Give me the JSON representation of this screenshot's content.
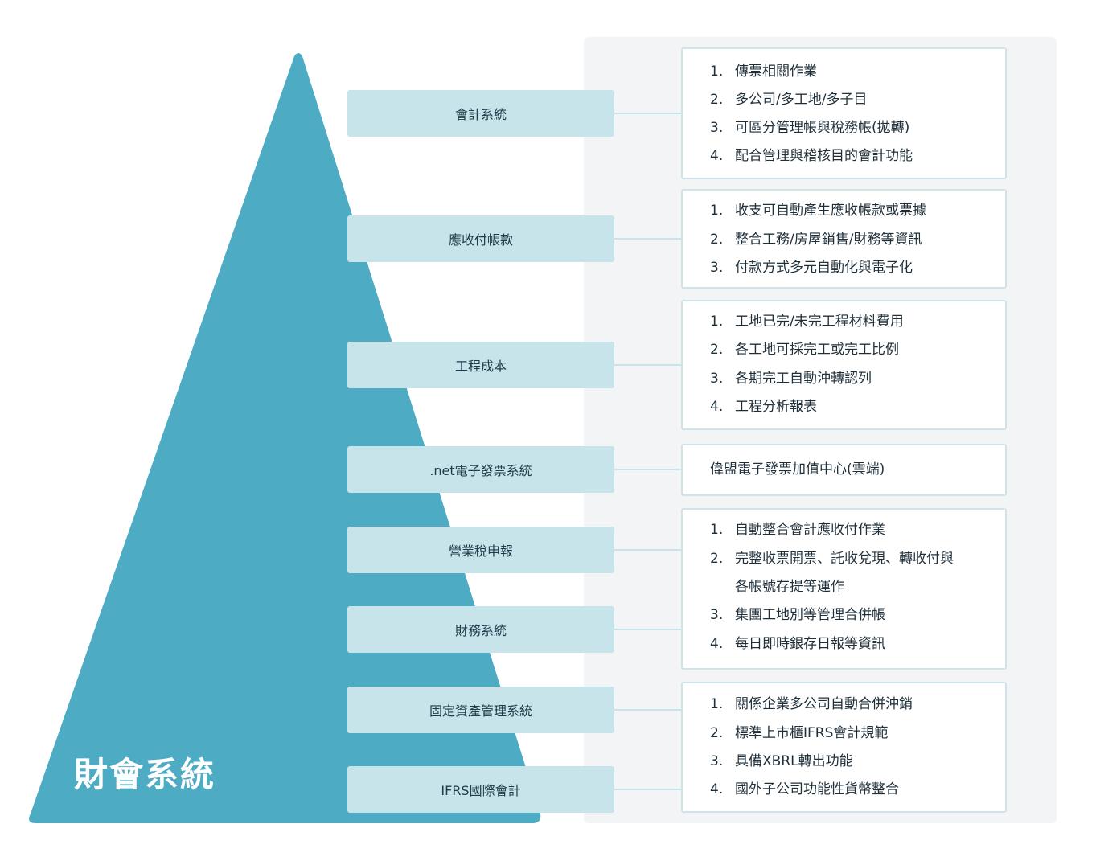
{
  "title": "財會系統",
  "colors": {
    "pyramid": "#4eabc4",
    "label_bg": "#c7e4ea",
    "panel_bg": "#f3f4f6",
    "detail_border": "#cfe4ea"
  },
  "labels": [
    "會計系統",
    "應收付帳款",
    "工程成本",
    ".net電子發票系統",
    "營業稅申報",
    "財務系統",
    "固定資產管理系統",
    "IFRS國際會計"
  ],
  "details": [
    {
      "items": [
        {
          "n": "1.",
          "t": "傳票相關作業"
        },
        {
          "n": "2.",
          "t": "多公司/多工地/多子目"
        },
        {
          "n": "3.",
          "t": "可區分管理帳與稅務帳(拋轉)"
        },
        {
          "n": "4.",
          "t": "配合管理與稽核目的會計功能"
        }
      ]
    },
    {
      "items": [
        {
          "n": "1.",
          "t": "收支可自動產生應收帳款或票據"
        },
        {
          "n": "2.",
          "t": "整合工務/房屋銷售/財務等資訊"
        },
        {
          "n": "3.",
          "t": "付款方式多元自動化與電子化"
        }
      ]
    },
    {
      "items": [
        {
          "n": "1.",
          "t": "工地已完/未完工程材料費用"
        },
        {
          "n": "2.",
          "t": "各工地可採完工或完工比例"
        },
        {
          "n": "3.",
          "t": "各期完工自動沖轉認列"
        },
        {
          "n": "4.",
          "t": "工程分析報表"
        }
      ]
    },
    {
      "single": "偉盟電子發票加值中心(雲端)"
    },
    {
      "items": [
        {
          "n": "1.",
          "t": "自動整合會計應收付作業"
        },
        {
          "n": "2.",
          "t": "完整收票開票、託收兌現、轉收付與"
        },
        {
          "n": "",
          "t": "各帳號存提等運作"
        },
        {
          "n": "3.",
          "t": "集團工地別等管理合併帳"
        },
        {
          "n": "4.",
          "t": "每日即時銀存日報等資訊"
        }
      ]
    },
    {
      "items": [
        {
          "n": "1.",
          "t": "關係企業多公司自動合併沖銷"
        },
        {
          "n": "2.",
          "t": "標準上市櫃IFRS會計規範"
        },
        {
          "n": "3.",
          "t": "具備XBRL轉出功能"
        },
        {
          "n": "4.",
          "t": "國外子公司功能性貨幣整合"
        }
      ]
    }
  ]
}
